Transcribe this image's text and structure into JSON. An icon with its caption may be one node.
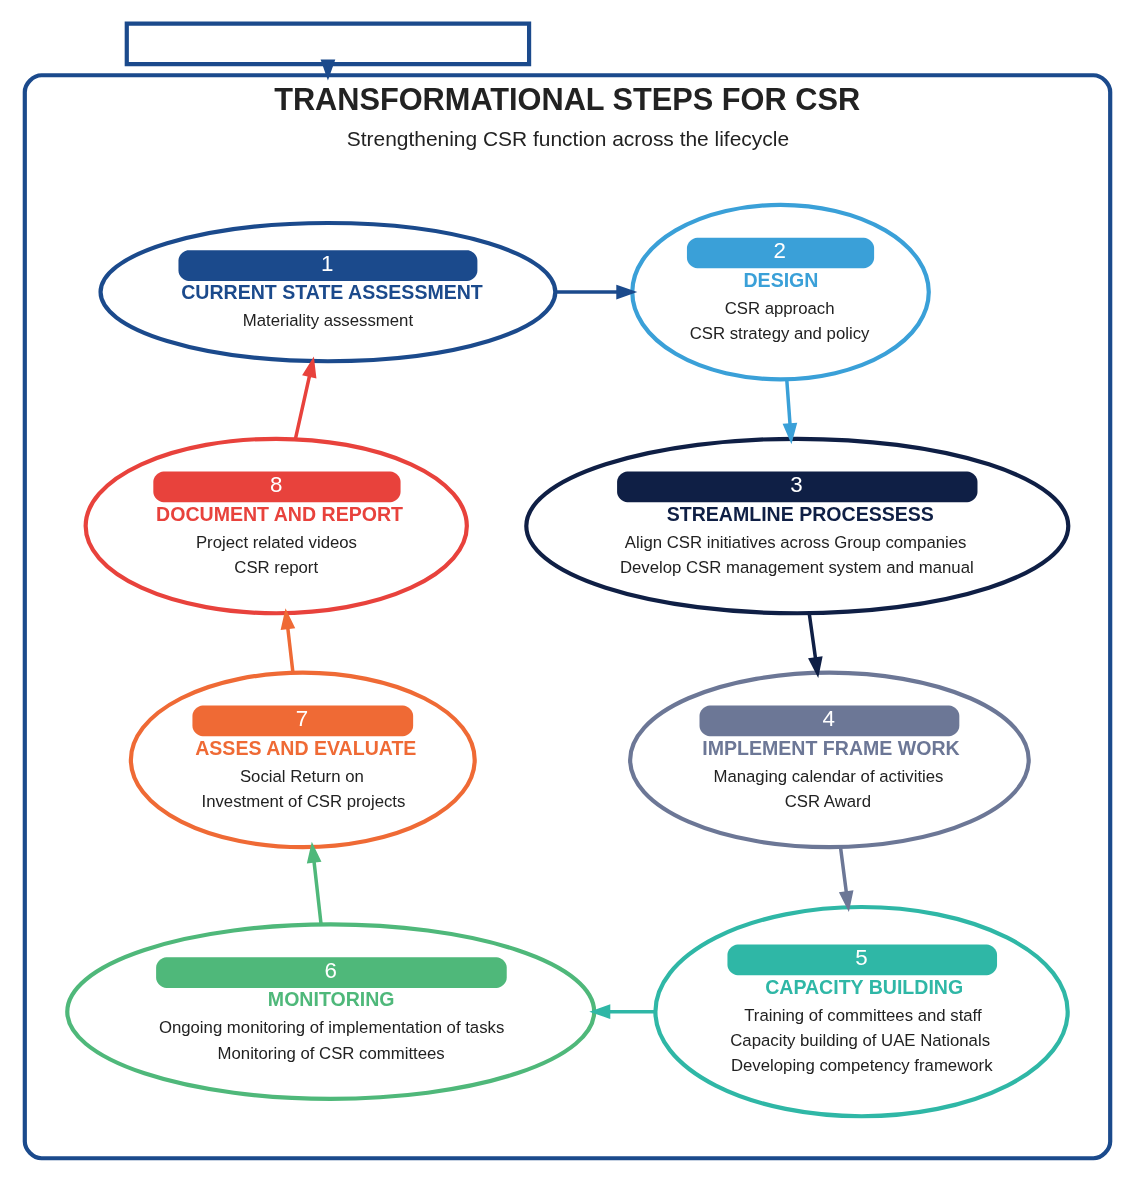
{
  "diagram": {
    "nodes": [
      {
        "text": [],
        "shape": "box"
      },
      {
        "text": [
          "TRANSFORMATIONAL STEPS FOR CSR",
          "Strengthening CSR function across the lifecycle"
        ]
      },
      {
        "text": [
          "1",
          "CURRENT STATE ASSESSMENT",
          "Materiality assessment"
        ],
        "in": 1
      },
      {
        "text": [
          "2",
          "DESIGN",
          "CSR approach",
          "CSR strategy and policy"
        ],
        "in": 1
      },
      {
        "text": [
          "3",
          "STREAMLINE PROCESSESS",
          "Align CSR initiatives across Group companies",
          "Develop CSR management system and manual"
        ],
        "in": 1
      },
      {
        "text": [
          "4",
          "IMPLEMENT FRAME WORK",
          "Managing calendar of activities",
          "CSR Award"
        ],
        "in": 1
      },
      {
        "text": [
          "5",
          "CAPACITY BUILDING",
          "Training of committees and staff",
          "Capacity building of UAE Nationals",
          "Developing competency framework"
        ],
        "in": 1
      },
      {
        "text": [
          "6",
          "MONITORING",
          "Ongoing monitoring of implementation of tasks",
          "Monitoring of CSR committees"
        ],
        "in": 1
      },
      {
        "text": [
          "7",
          "ASSES AND EVALUATE",
          "Social Return on",
          "Investment of CSR projects"
        ],
        "in": 1
      },
      {
        "text": [
          "8",
          "DOCUMENT AND REPORT",
          "Project related videos",
          "CSR report"
        ],
        "in": 1
      }
    ],
    "edges": [
      {
        "from": 0,
        "to": 1,
        "arrow": "to"
      },
      {
        "from": 2,
        "to": 3,
        "arrow": "to"
      },
      {
        "from": 3,
        "to": 4,
        "arrow": "to",
        "color": "#3aa0d8"
      },
      {
        "from": 4,
        "to": 5,
        "arrow": "to",
        "color": "#0f1f45"
      },
      {
        "from": 5,
        "to": 6,
        "arrow": "to",
        "color": "#6c7796"
      },
      {
        "from": 6,
        "to": 7,
        "arrow": "to",
        "color": "#2fb7a6"
      },
      {
        "from": 7,
        "to": 8,
        "arrow": "to",
        "color": "#4fb87a"
      },
      {
        "from": 8,
        "to": 9,
        "arrow": "to",
        "color": "#ef6a35"
      },
      {
        "from": 9,
        "to": 2,
        "arrow": "to",
        "color": "#e8423c"
      }
    ]
  }
}
